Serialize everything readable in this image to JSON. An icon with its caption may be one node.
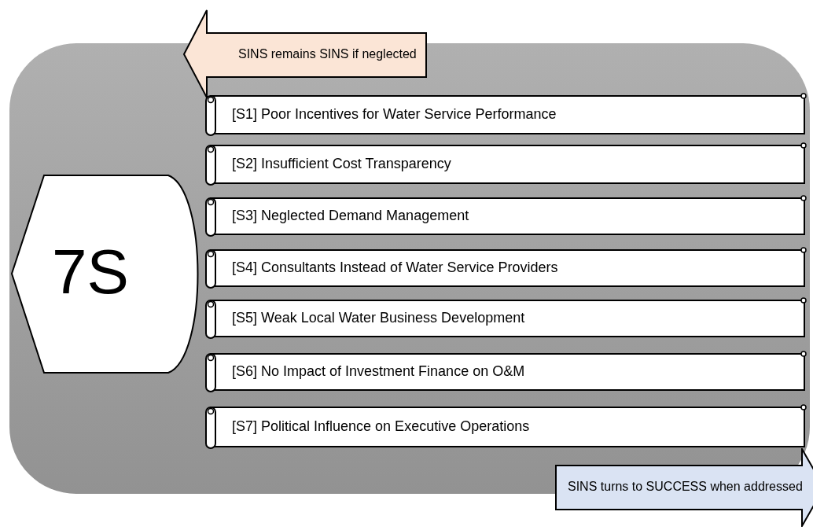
{
  "diagram": {
    "nodes": [
      {
        "text": [],
        "shape": "box"
      },
      {
        "text": [
          "7S"
        ],
        "in": 0
      },
      {
        "text": [
          "[S1] Poor Incentives for Water Service Performance"
        ],
        "in": 0
      },
      {
        "text": [
          "[S2] Insufficient Cost Transparency"
        ],
        "in": 0
      },
      {
        "text": [
          "[S3] Neglected Demand Management"
        ],
        "in": 0
      },
      {
        "text": [
          "[S4] Consultants Instead of Water Service Providers"
        ],
        "in": 0
      },
      {
        "text": [
          "[S5] Weak Local Water Business Development"
        ],
        "in": 0
      },
      {
        "text": [
          "[S6] No Impact of Investment Finance on O&M"
        ],
        "in": 0
      },
      {
        "text": [
          "[S7] Political Influence on Executive Operations"
        ],
        "in": 0
      },
      {
        "text": [
          "SINS remains SINS if neglected"
        ]
      },
      {
        "text": [
          "SINS turns to SUCCESS when addressed"
        ]
      }
    ],
    "edges": []
  }
}
